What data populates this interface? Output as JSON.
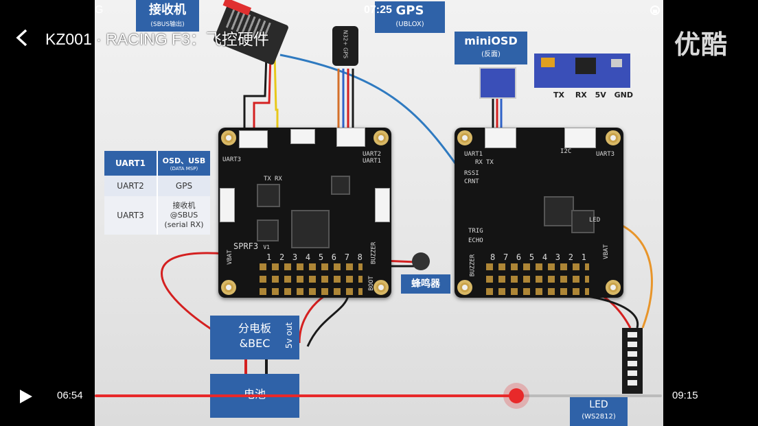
{
  "status_bar": {
    "carrier": "G",
    "time": "07:25"
  },
  "header": {
    "title": "KZ001 · RACING F3：飞控硬件",
    "logo_text": "优酷"
  },
  "slide": {
    "receiver_label": "接收机",
    "receiver_sub": "(SBUS输出)",
    "gps_label": "GPS",
    "gps_sub": "(UBLOX)",
    "gps_module_text": "N32+ GPS",
    "miniosd_label": "miniOSD",
    "miniosd_sub": "(反面)",
    "osd_pins": [
      "TX",
      "RX",
      "5V",
      "GND"
    ],
    "uart_table": [
      {
        "port": "UART1",
        "use": "OSD、USB",
        "use_sub": "(DATA MSP)"
      },
      {
        "port": "UART2",
        "use": "GPS",
        "use_sub": ""
      },
      {
        "port": "UART3",
        "use": "接收机\n@SBUS\n(serial RX)",
        "use_sub": ""
      }
    ],
    "board_name": "SPRF3",
    "board_version": "V1",
    "motor_numbers": [
      "1",
      "2",
      "3",
      "4",
      "5",
      "6",
      "7",
      "8"
    ],
    "buzzer_label": "蜂鸣器",
    "pdb_label": "分电板\n&BEC",
    "pdb_out": "5v out",
    "battery_label": "电池",
    "led_label": "LED",
    "led_sub": "(WS2812)",
    "left_silk": [
      "UART3",
      "TX",
      "RX",
      "UART2",
      "UART1",
      "BUZZER",
      "BOOT",
      "VBAT"
    ],
    "right_silk": [
      "UART1",
      "RX",
      "TX",
      "I2C",
      "UART3",
      "TRIG",
      "ECHO",
      "LED",
      "VBAT",
      "RSSI",
      "CRNT",
      "BUZZER"
    ]
  },
  "player": {
    "current_time": "06:54",
    "total_time": "09:15",
    "progress": 0.743,
    "accent_color": "#e8292a"
  }
}
